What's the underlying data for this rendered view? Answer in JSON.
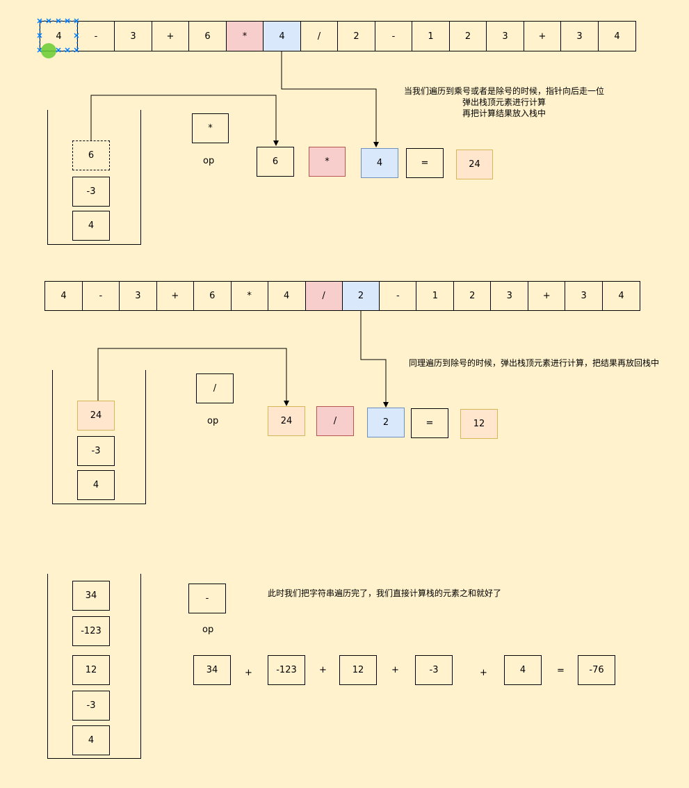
{
  "step1": {
    "strip": [
      "4",
      "-",
      "3",
      "+",
      "6",
      "*",
      "4",
      "/",
      "2",
      "-",
      "1",
      "2",
      "3",
      "+",
      "3",
      "4"
    ],
    "note_lines": [
      "当我们遍历到乘号或者是除号的时候，指针向后走一位",
      "弹出栈顶元素进行计算",
      "再把计算结果放入栈中"
    ],
    "stack": [
      "6",
      "-3",
      "4"
    ],
    "op_value": "*",
    "op_label": "op",
    "calc": [
      "6",
      "*",
      "4",
      "=",
      "24"
    ]
  },
  "step2": {
    "strip": [
      "4",
      "-",
      "3",
      "+",
      "6",
      "*",
      "4",
      "/",
      "2",
      "-",
      "1",
      "2",
      "3",
      "+",
      "3",
      "4"
    ],
    "note": "同理遍历到除号的时候，弹出栈顶元素进行计算，把结果再放回栈中",
    "stack": [
      "24",
      "-3",
      "4"
    ],
    "op_value": "/",
    "op_label": "op",
    "calc": [
      "24",
      "/",
      "2",
      "=",
      "12"
    ]
  },
  "step3": {
    "note": "此时我们把字符串遍历完了，我们直接计算栈的元素之和就好了",
    "stack": [
      "34",
      "-123",
      "12",
      "-3",
      "4"
    ],
    "op_value": "-",
    "op_label": "op",
    "sum": [
      "34",
      "+",
      "-123",
      "+",
      "12",
      "+",
      "-3",
      "+",
      "4",
      "=",
      "-76"
    ]
  },
  "colors": {
    "background": "#fff2cc",
    "pink": "#f8cecc",
    "blue": "#dae8fc",
    "peach": "#ffe6cc",
    "selection": "#007fff",
    "pointer": "#66cc33"
  },
  "icons": {
    "selection_handle": "selection-handle-icon",
    "pointer": "green-pointer-icon"
  }
}
